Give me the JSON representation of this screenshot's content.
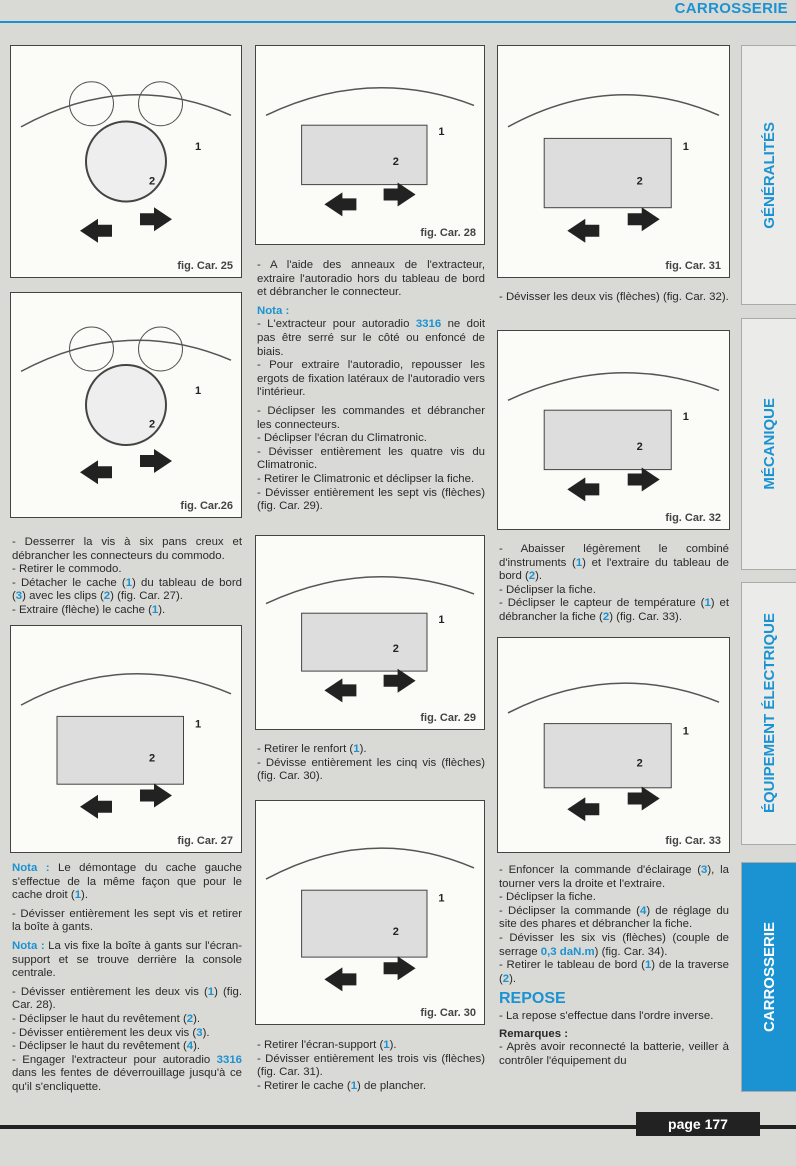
{
  "header": {
    "section": "CARROSSERIE"
  },
  "figures": {
    "f25": "fig. Car. 25",
    "f26": "fig. Car.26",
    "f27": "fig. Car. 27",
    "f28": "fig. Car. 28",
    "f29": "fig. Car. 29",
    "f30": "fig. Car. 30",
    "f31": "fig. Car. 31",
    "f32": "fig. Car. 32",
    "f33": "fig. Car. 33"
  },
  "callouts": {
    "n1": "1",
    "n2": "2",
    "n3": "3",
    "n4": "4"
  },
  "tabs": [
    "GÉNÉRALITÉS",
    "MÉCANIQUE",
    "ÉQUIPEMENT ÉLECTRIQUE",
    "CARROSSERIE"
  ],
  "footer": {
    "page": "page 177"
  },
  "text": {
    "c1a": [
      [
        "- Desserrer la vis à six pans creux et débrancher les connecteurs du commodo."
      ],
      [
        "- Retirer le commodo."
      ],
      [
        "- Détacher le cache (",
        {
          "b": "1"
        },
        ") du tableau de bord (",
        {
          "b": "3"
        },
        ") avec les clips (",
        {
          "b": "2"
        },
        ") (fig. Car. 27)."
      ],
      [
        "- Extraire (flèche) le cache (",
        {
          "b": "1"
        },
        ")."
      ]
    ],
    "c1b": [
      [
        {
          "n": "Nota :"
        },
        " Le démontage du cache gauche s'effectue de la même façon que pour le cache droit (",
        {
          "b": "1"
        },
        ")."
      ],
      {
        "gap": [
          "- Dévisser entièrement les sept vis et retirer la boîte à gants."
        ]
      },
      {
        "gap": [
          {
            "n": "Nota :"
          },
          " La vis fixe la boîte à gants sur l'écran-support et se trouve derrière la console centrale."
        ]
      },
      {
        "gap": [
          "- Dévisser entièrement les deux vis (",
          {
            "b": "1"
          },
          ") (fig. Car. 28)."
        ]
      },
      [
        "- Déclipser le haut du revêtement (",
        {
          "b": "2"
        },
        ")."
      ],
      [
        "- Dévisser entièrement les deux vis (",
        {
          "b": "3"
        },
        ")."
      ],
      [
        "- Déclipser le haut du revêtement (",
        {
          "b": "4"
        },
        ")."
      ],
      [
        "- Engager l'extracteur pour autoradio ",
        {
          "b": "3316"
        },
        " dans les fentes de déverrouillage jusqu'à ce qu'il s'encliquette."
      ]
    ],
    "c2a": [
      [
        "- A l'aide des anneaux de l'extracteur, extraire l'autoradio hors du tableau de bord et débrancher le connecteur."
      ],
      {
        "gap": [
          {
            "n": "Nota :"
          }
        ]
      },
      [
        "- L'extracteur pour autoradio ",
        {
          "b": "3316"
        },
        " ne doit pas être serré sur le côté ou enfoncé de biais."
      ],
      [
        "- Pour extraire l'autoradio, repousser les ergots de fixation latéraux de l'autoradio vers l'intérieur."
      ],
      {
        "gap": [
          "- Déclipser les commandes et débrancher les connecteurs."
        ]
      },
      [
        "- Déclipser l'écran du Climatronic."
      ],
      [
        "- Dévisser entièrement les quatre vis du Climatronic."
      ],
      [
        "- Retirer le Climatronic et déclipser la fiche."
      ],
      [
        "- Dévisser entièrement les sept vis (flèches) (fig. Car. 29)."
      ]
    ],
    "c2b": [
      [
        "- Retirer le renfort (",
        {
          "b": "1"
        },
        ")."
      ],
      [
        "- Dévisse entièrement les cinq vis (flèches) (fig. Car. 30)."
      ]
    ],
    "c2c": [
      [
        "- Retirer l'écran-support (",
        {
          "b": "1"
        },
        ")."
      ],
      [
        "- Dévisser entièrement les trois vis (flèches) (fig. Car. 31)."
      ],
      [
        "- Retirer le cache (",
        {
          "b": "1"
        },
        ") de plancher."
      ]
    ],
    "c3a": [
      [
        "- Dévisser les deux vis (flèches) (fig. Car. 32)."
      ]
    ],
    "c3b": [
      [
        "- Abaisser légèrement le combiné d'instruments (",
        {
          "b": "1"
        },
        ") et l'extraire du tableau de bord (",
        {
          "b": "2"
        },
        ")."
      ],
      [
        "- Déclipser la fiche."
      ],
      [
        "- Déclipser le capteur de température (",
        {
          "b": "1"
        },
        ") et débrancher la fiche (",
        {
          "b": "2"
        },
        ") (fig. Car. 33)."
      ]
    ],
    "c3c": [
      [
        "- Enfoncer la commande d'éclairage (",
        {
          "b": "3"
        },
        "), la tourner vers la droite et l'extraire."
      ],
      [
        "- Déclipser la fiche."
      ],
      [
        "- Déclipser la commande (",
        {
          "b": "4"
        },
        ") de réglage du site des phares et débrancher la fiche."
      ],
      [
        "- Dévisser les six vis (flèches) (couple de serrage ",
        {
          "b": "0,3 daN.m"
        },
        ") (fig. Car. 34)."
      ],
      [
        "- Retirer le tableau de bord (",
        {
          "b": "1"
        },
        ") de la traverse (",
        {
          "b": "2"
        },
        ")."
      ],
      {
        "h": "REPOSE"
      },
      [
        "- La repose s'effectue dans l'ordre inverse."
      ],
      {
        "r": "Remarques :"
      },
      [
        "- Après avoir reconnecté la batterie, veiller à contrôler l'équipement du"
      ]
    ]
  }
}
